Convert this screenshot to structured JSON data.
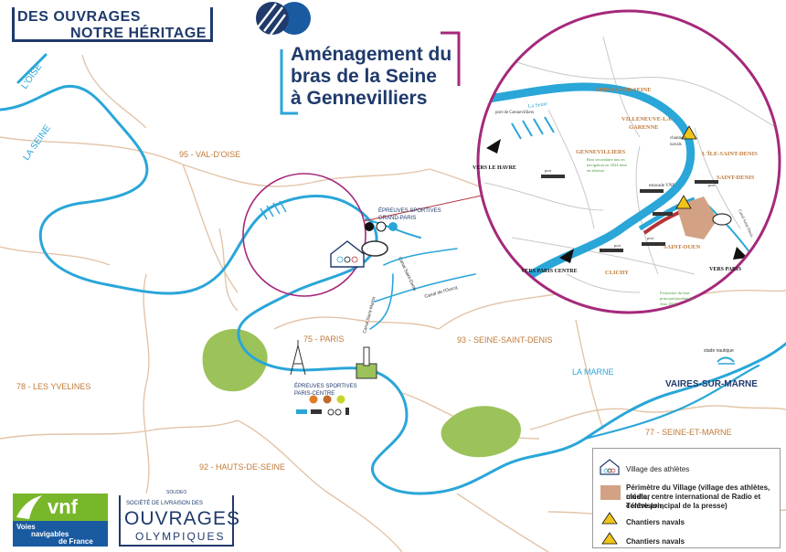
{
  "header": {
    "badge_line1": "DES OUVRAGES",
    "badge_line2": "NOTRE HÉRITAGE",
    "title_line1": "Aménagement du",
    "title_line2": "bras de la Seine",
    "title_line3": "à Gennevilliers"
  },
  "map": {
    "rivers": {
      "oise": "L'OISE",
      "seine": "LA SEINE",
      "marne": "LA MARNE",
      "canal_ourcq": "Canal de l'Ourcq",
      "canal_st_denis": "Canal Saint-Denis",
      "canal_st_martin": "Canal Saint-Martin"
    },
    "departments": {
      "val_doise": "95 - VAL-D'OISE",
      "paris": "75 - PARIS",
      "seine_st_denis": "93 - SEINE-SAINT-DENIS",
      "yvelines": "78 - LES YVELINES",
      "hauts_de_seine": "92 - HAUTS-DE-SEINE",
      "seine_et_marne": "77 - SEINE-ET-MARNE"
    },
    "places": {
      "vaires": "VAIRES-SUR-MARNE",
      "stade_nautique": "stade nautique"
    },
    "events": {
      "grand_paris_l1": "ÉPREUVES SPORTIVES",
      "grand_paris_l2": "GRAND-PARIS",
      "paris_centre_l1": "ÉPREUVES SPORTIVES",
      "paris_centre_l2": "PARIS-CENTRE"
    }
  },
  "inset": {
    "la_seine": "La Seine",
    "port_gennevilliers": "port de Gennevilliers",
    "epinay": "EPINAY-SUR-SEINE",
    "villeneuve_l1": "VILLENEUVE-LA-",
    "villeneuve_l2": "GARENNE",
    "chantiers": "chantiers",
    "navals": "navals",
    "ile_st_denis": "L'ÎLE-SAINT-DENIS",
    "saint_denis": "SAINT-DENIS",
    "gennevilliers": "GENNEVILLIERS",
    "bras_l1": "Bras secondaire mis en",
    "bras_l2": "navigation en 2024 mise",
    "bras_l3": "en alternat",
    "estacade": "estacade VNF",
    "port": "port",
    "vers_havre": "VERS LE HAVRE",
    "vers_paris_centre": "VERS PARIS CENTRE",
    "clichy": "CLICHY",
    "saint_ouen": "SAINT-OUEN",
    "vers_paris": "VERS PARIS",
    "canal_st_denis": "Canal Saint-Denis",
    "fermeture_l1": "Fermeture du bras",
    "fermeture_l2": "principal pendant les",
    "fermeture_l3": "Jeux 2024"
  },
  "legend": {
    "village": "Village des athlètes",
    "perimetre_l1": "Périmètre du Village (village des athlètes, cluster",
    "perimetre_l2": "média, centre international de Radio et Télévision,",
    "perimetre_l3": "centre principal de la presse)",
    "chantiers1": "Chantiers navals",
    "chantiers2": "Chantiers navals"
  },
  "logos": {
    "vnf_big": "vnf",
    "vnf_l1": "Voies",
    "vnf_l2": "navigables",
    "vnf_l3": "de France",
    "solideo_tag": "SOLIDEO",
    "solideo_l1": "SOCIÉTÉ DE LIVRAISON DES",
    "solideo_l2": "OUVRAGES",
    "solideo_l3": "OLYMPIQUES"
  },
  "colors": {
    "river": "#2aa6d8",
    "road": "#e3c4a8",
    "park": "#9cc25a",
    "circle": "#a5297b",
    "navy": "#1f3a6b",
    "dept": "#c07a3a",
    "village_area": "#d3a184",
    "closure": "#b3343a"
  }
}
